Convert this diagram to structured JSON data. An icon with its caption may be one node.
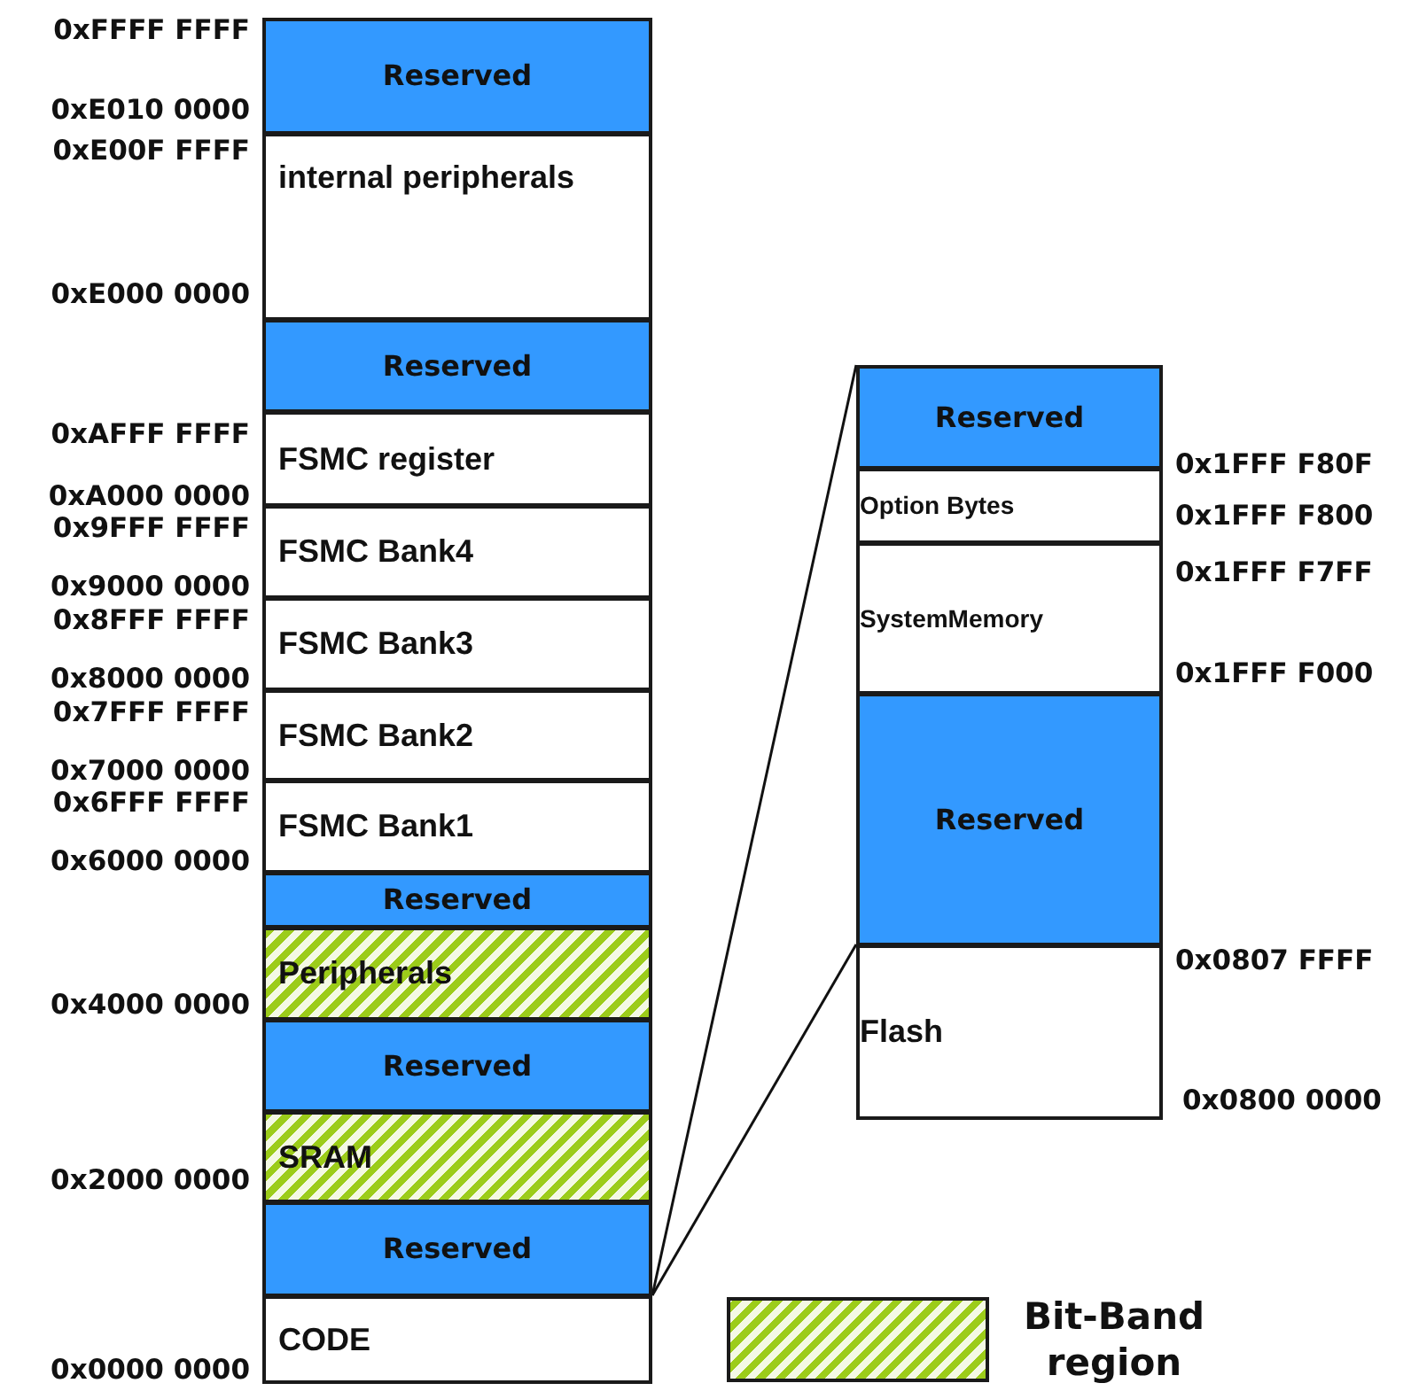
{
  "diagram": {
    "nodes": [
      {
        "text": [
          "Reserved"
        ]
      },
      {
        "text": [
          "internal peripherals"
        ]
      },
      {
        "text": [
          "Reserved"
        ]
      },
      {
        "text": [
          "FSMC register"
        ]
      },
      {
        "text": [
          "FSMC Bank4"
        ]
      },
      {
        "text": [
          "FSMC Bank3"
        ]
      },
      {
        "text": [
          "FSMC Bank2"
        ]
      },
      {
        "text": [
          "FSMC Bank1"
        ]
      },
      {
        "text": [
          "Reserved"
        ]
      },
      {
        "text": [
          "Peripherals"
        ]
      },
      {
        "text": [
          "Reserved"
        ]
      },
      {
        "text": [
          "SRAM"
        ]
      },
      {
        "text": [
          "Reserved"
        ]
      },
      {
        "text": [
          "CODE"
        ]
      },
      {
        "text": [
          "Reserved"
        ]
      },
      {
        "text": [
          "Option Bytes"
        ]
      },
      {
        "text": [
          "SystemMemory"
        ]
      },
      {
        "text": [
          "Reserved"
        ]
      },
      {
        "text": [
          "Flash"
        ]
      }
    ],
    "edges": [
      {
        "from": 13,
        "to": 14,
        "arrow": "none"
      },
      {
        "from": 13,
        "to": 18,
        "arrow": "none"
      }
    ],
    "labels": [
      "0xFFFF FFFF",
      "0xE010 0000",
      "0xE00F FFFF",
      "0xE000 0000",
      "0xAFFF FFFF",
      "0xA000 0000",
      "0x9FFF FFFF",
      "0x9000 0000",
      "0x8FFF FFFF",
      "0x8000 0000",
      "0x7FFF FFFF",
      "0x7000 0000",
      "0x6FFF FFFF",
      "0x6000 0000",
      "0x4000 0000",
      "0x2000 0000",
      "0x0000 0000",
      "0x1FFF F80F",
      "0x1FFF F800",
      "0x1FFF F7FF",
      "0x1FFF F000",
      "0x0807 FFFF",
      "0x0800 0000"
    ],
    "legend": [
      {
        "text": "Bit-Band region"
      }
    ]
  }
}
